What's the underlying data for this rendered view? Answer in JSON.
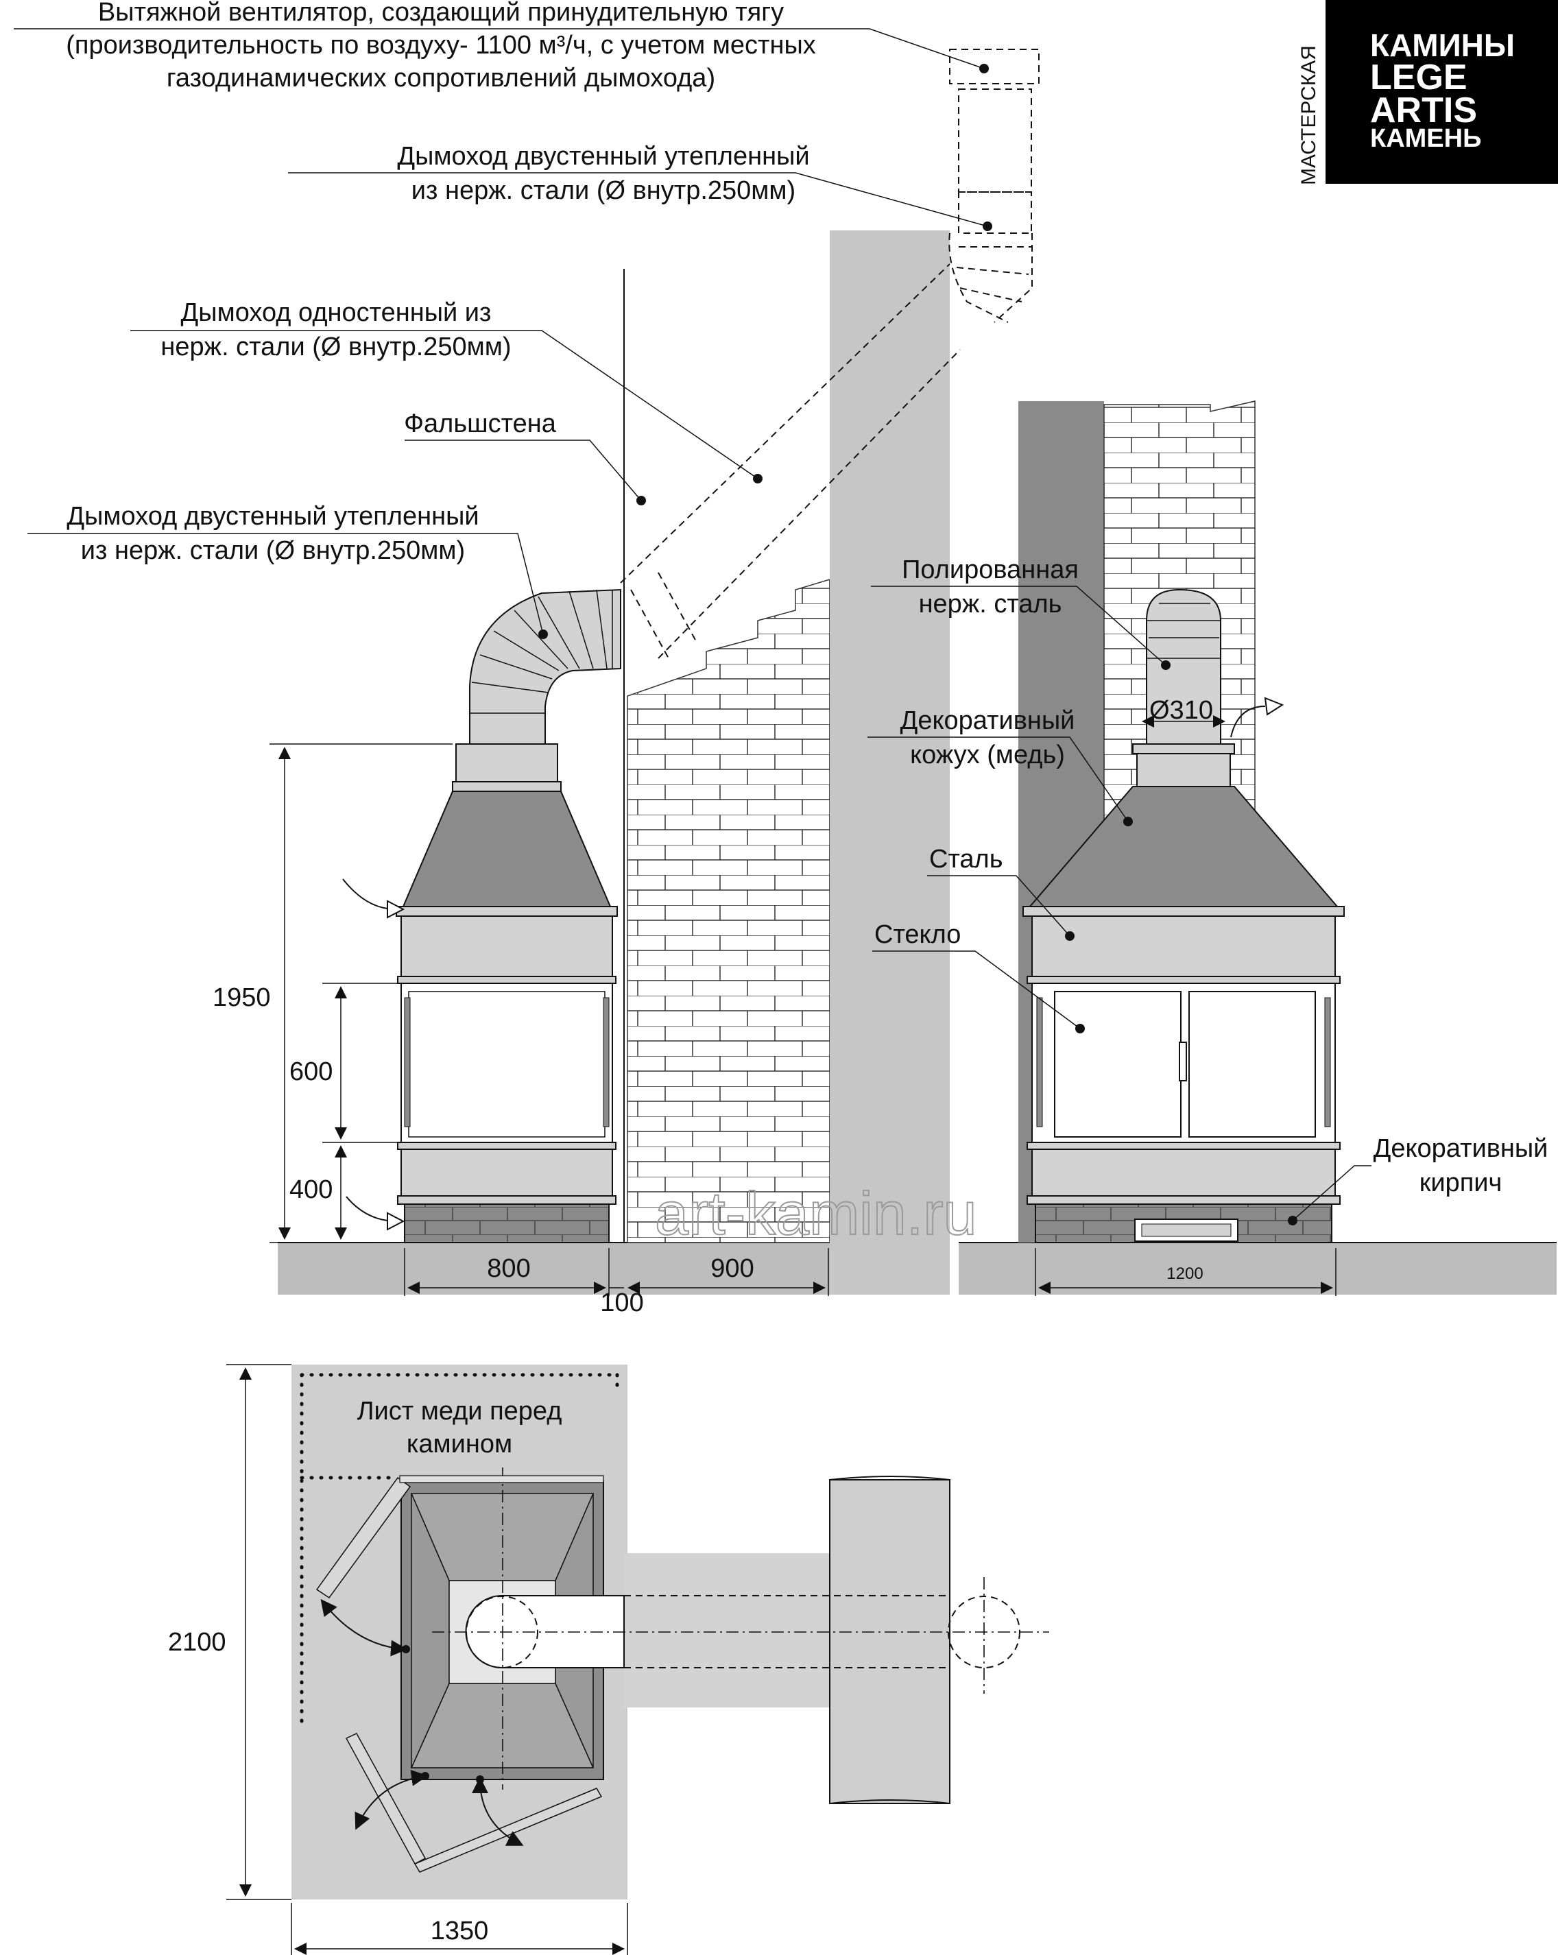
{
  "logo": {
    "side_text": "МАСТЕРСКАЯ",
    "lines": [
      "КАМИНЫ",
      "LEGE",
      "ARTIS",
      "КАМЕНЬ"
    ]
  },
  "labels": {
    "fan": [
      "Вытяжной вентилятор, создающий принудительную тягу",
      "(производительность по воздуху- 1100 м³/ч, с учетом местных",
      "газодинамических сопротивлений дымохода)"
    ],
    "chimney_double_top": [
      "Дымоход двустенный утепленный",
      "из нерж. стали (Ø внутр.250мм)"
    ],
    "chimney_single": [
      "Дымоход одностенный из",
      "нерж. стали (Ø внутр.250мм)"
    ],
    "false_wall": "Фальшстена",
    "chimney_double_bottom": [
      "Дымоход двустенный утепленный",
      "из нерж. стали (Ø внутр.250мм)"
    ],
    "polished_steel": [
      "Полированная",
      "нерж. сталь"
    ],
    "decor_casing": [
      "Декоративный",
      "кожух (медь)"
    ],
    "steel": "Сталь",
    "glass": "Стекло",
    "decor_brick": [
      "Декоративный",
      "кирпич"
    ],
    "copper_sheet": [
      "Лист меди перед",
      "камином"
    ]
  },
  "dimensions": {
    "h_total": "1950",
    "h_glass": "600",
    "h_base": "400",
    "w_side": "800",
    "w_wall": "900",
    "w_gap": "100",
    "w_front": "1200",
    "dia_pipe": "Ø310",
    "plan_depth": "2100",
    "plan_width": "1350"
  },
  "watermark": "art-kamin.ru",
  "colors": {
    "hood": "#8c8c8c",
    "panel": "#d3d3d3",
    "wall_grey": "#c6c6c6",
    "dark_grey": "#8a8a8a",
    "floor": "#bdbdbd",
    "logo_bg": "#000000"
  }
}
